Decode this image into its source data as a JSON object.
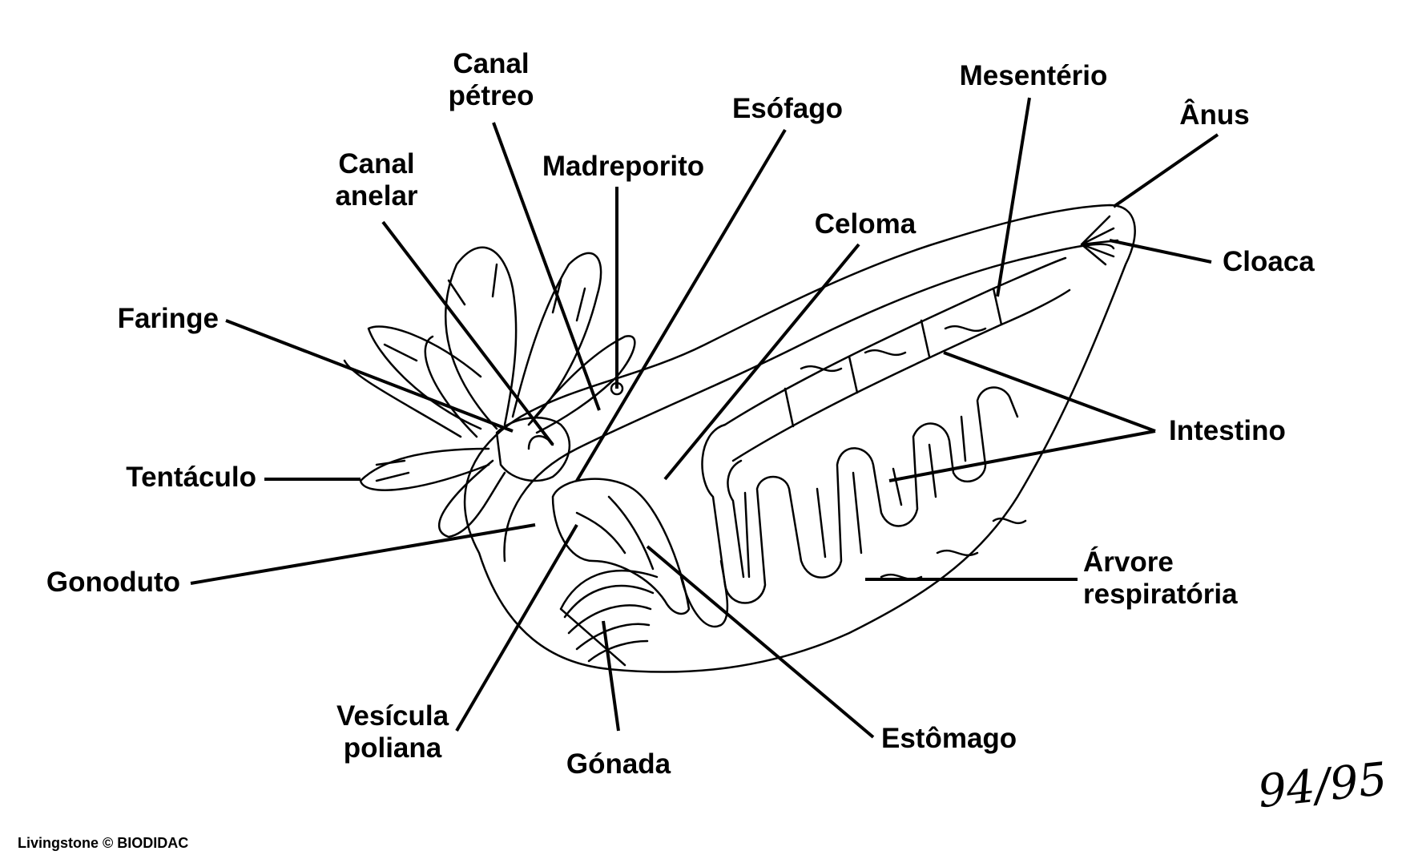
{
  "labels": {
    "canal_petreo": [
      "Canal",
      "pétreo"
    ],
    "madreporito": "Madreporito",
    "esofago": "Esófago",
    "mesenterio": "Mesentério",
    "anus": "Ânus",
    "canal_anelar": [
      "Canal",
      "anelar"
    ],
    "celoma": "Celoma",
    "cloaca": "Cloaca",
    "faringe": "Faringe",
    "intestino": "Intestino",
    "tentaculo": "Tentáculo",
    "gonoduto": "Gonoduto",
    "arvore_respiratoria": [
      "Árvore",
      "respiratória"
    ],
    "vesicula_poliana": [
      "Vesícula",
      "poliana"
    ],
    "gonada": "Gónada",
    "estomago": "Estômago"
  },
  "credit": "Livingstone © BIODIDAC",
  "signature": "94/95"
}
